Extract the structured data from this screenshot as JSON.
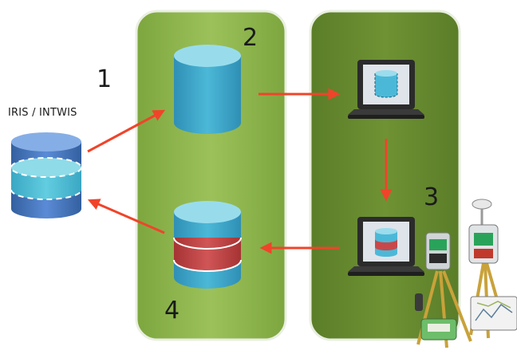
{
  "source_label": "IRIS / INTWIS",
  "steps": [
    "1",
    "2",
    "3",
    "4"
  ],
  "colors": {
    "panel_light": "#8fb44a",
    "panel_dark": "#668a2e",
    "panel_border": "#e9efe0",
    "cyl_top": "#8fd4e6",
    "cyl_body": "#3aa6c8",
    "cyl_stripe": "#c8484a",
    "source_top": "#7fa7e0",
    "source_body": "#3f6fc2",
    "source_mid": "#4fc1d6",
    "arrow": "#f0442a",
    "laptop_body": "#2b2b2b",
    "laptop_screen": "#dfe4ea"
  },
  "icons": [
    "database-icon",
    "laptop-icon",
    "surveying-equipment-icon",
    "arrow-icon"
  ]
}
